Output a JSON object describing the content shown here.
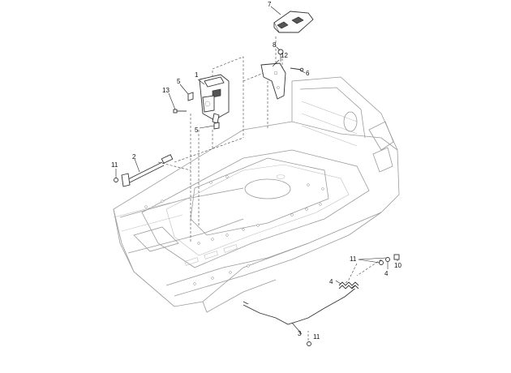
{
  "callouts": [
    {
      "id": "c1",
      "text": "1"
    },
    {
      "id": "c2",
      "text": "2"
    },
    {
      "id": "c3",
      "text": "3"
    },
    {
      "id": "c4a",
      "text": "4"
    },
    {
      "id": "c4b",
      "text": "4"
    },
    {
      "id": "c5a",
      "text": "5"
    },
    {
      "id": "c5b",
      "text": "5"
    },
    {
      "id": "c6",
      "text": "6"
    },
    {
      "id": "c7",
      "text": "7"
    },
    {
      "id": "c8",
      "text": "8"
    },
    {
      "id": "c10",
      "text": "10"
    },
    {
      "id": "c11a",
      "text": "11"
    },
    {
      "id": "c11b",
      "text": "11"
    },
    {
      "id": "c11c",
      "text": "11"
    },
    {
      "id": "c12",
      "text": "12"
    },
    {
      "id": "c13",
      "text": "13"
    }
  ]
}
